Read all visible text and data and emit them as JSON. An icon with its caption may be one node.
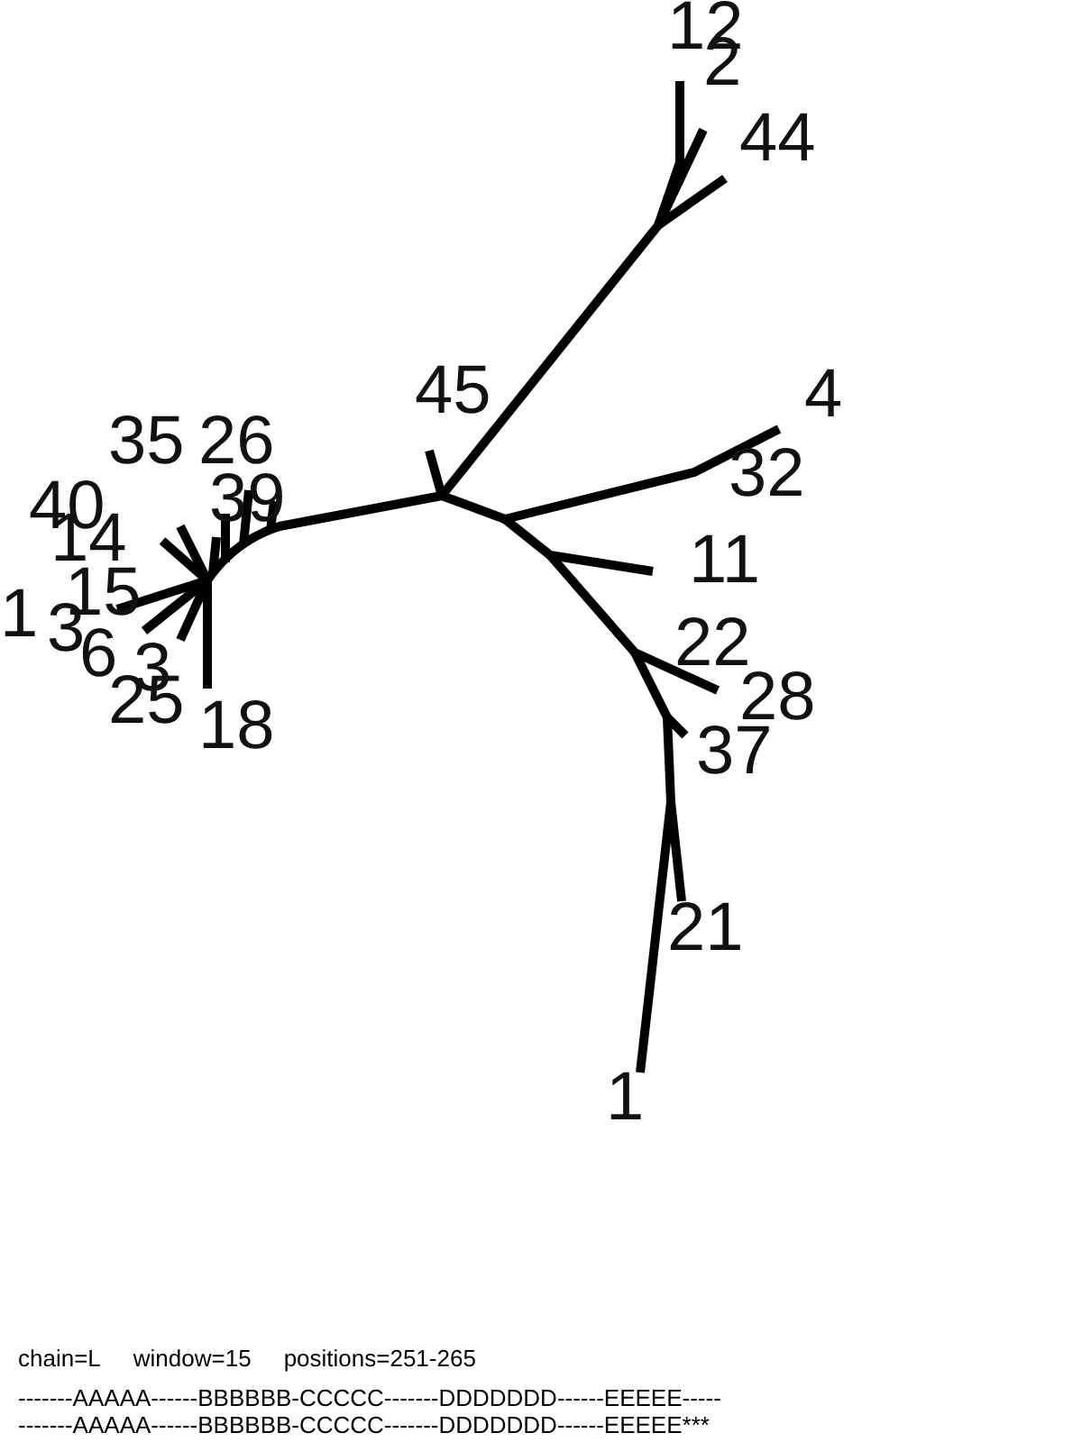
{
  "diagram": {
    "labels": [
      "12",
      "2",
      "44",
      "45",
      "4",
      "32",
      "11",
      "22",
      "28",
      "37",
      "21",
      "1",
      "35",
      "26",
      "40",
      "39",
      "14",
      "15",
      "1",
      "3",
      "6",
      "3",
      "25",
      "18",
      "chain=L",
      "window=15",
      "positions=251-265",
      "-------AAAAA------BBBBBB-CCCCC-------DDDDDDD------EEEEE-----",
      "-------AAAAA------BBBBBB-CCCCC-------DDDDDDD------EEEEE***"
    ]
  }
}
